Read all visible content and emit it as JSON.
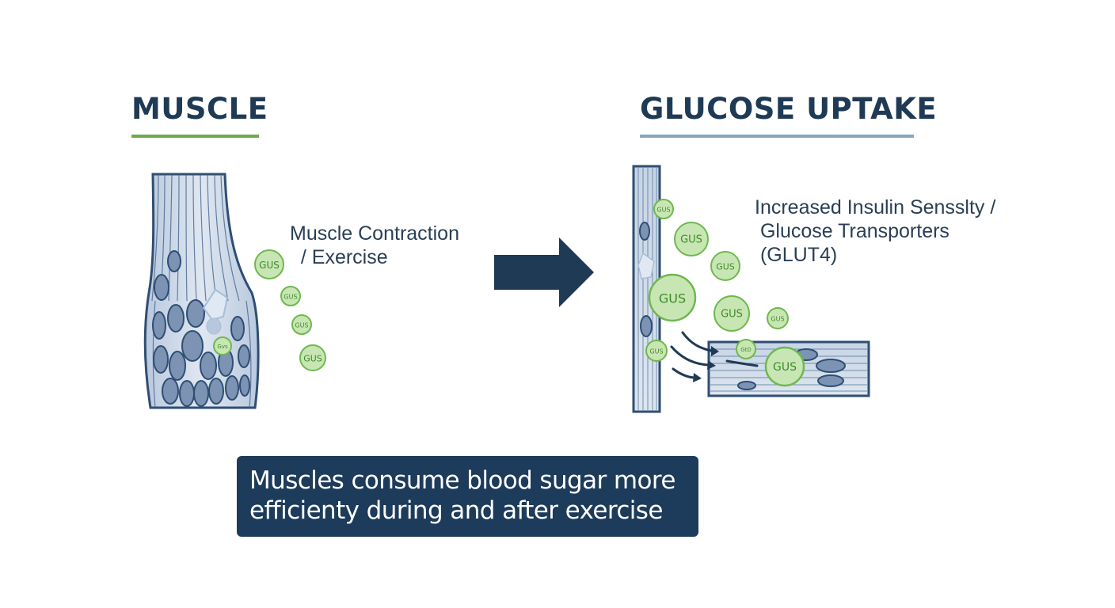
{
  "left_panel": {
    "title": "MUSCLE",
    "underline_color": "#6aab4a",
    "label_line1": "Muscle Contraction",
    "label_line2": "  / Exercise"
  },
  "right_panel": {
    "title": "GLUCOSE UPTAKE",
    "underline_color": "#8aa6bf",
    "label_line1": "Increased Insulin Sensslty /",
    "label_line2": " Glucose Transporters",
    "label_line3": " (GLUT4)"
  },
  "transition_arrow": "arrow-right-icon",
  "glucose_molecule_label": "GUS",
  "glucose_molecule_alt_labels": [
    "Gvs",
    "GtD"
  ],
  "caption": {
    "line1": "Muscles consume blood sugar more",
    "line2": "efficienty during and after exercise"
  },
  "colors": {
    "heading": "#1f3a55",
    "caption_bg": "#1d3b5a",
    "glucose_fill": "#c8e6b4",
    "glucose_stroke": "#6fb84e",
    "muscle_fill": "#c9d6e6",
    "nucleus": "#7d93b3"
  }
}
